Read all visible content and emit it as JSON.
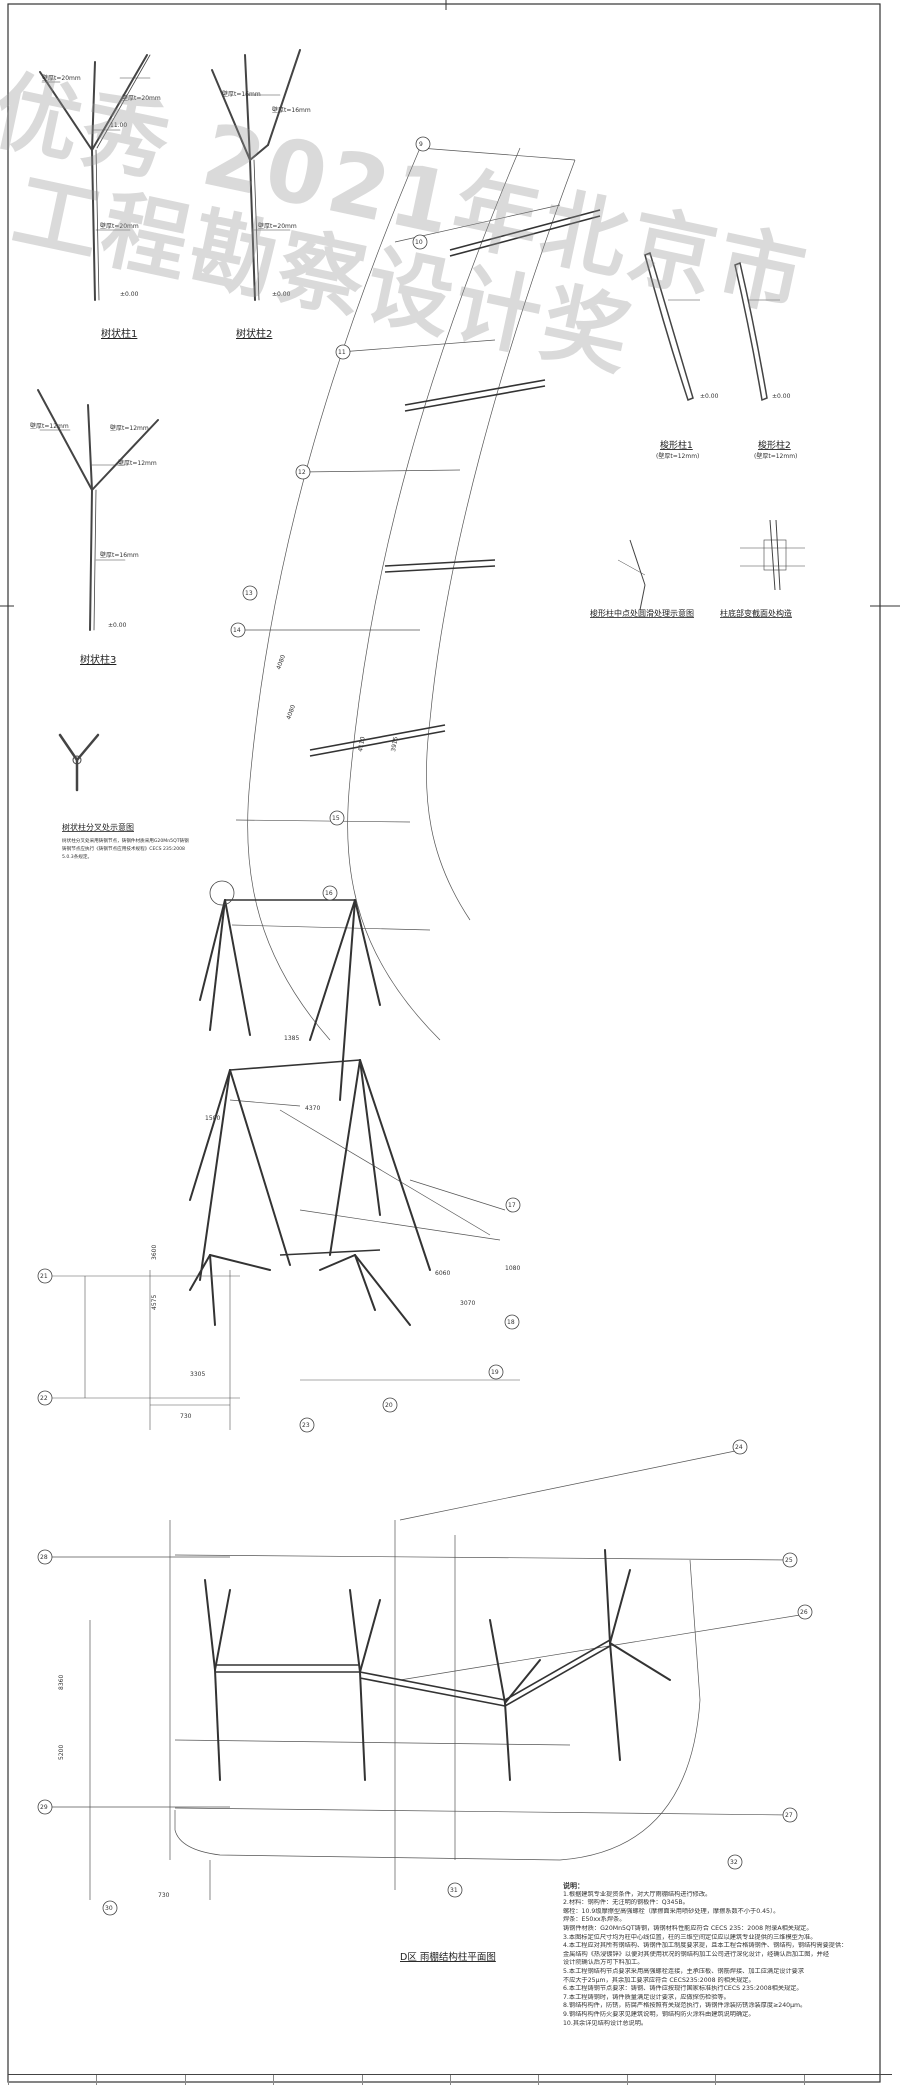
{
  "watermark": {
    "line1": "优秀 2021年北京市",
    "line2": "工程勘察设计奖"
  },
  "column_details": {
    "tree1": "树状柱1",
    "tree2": "树状柱2",
    "tree3": "树状柱3",
    "shuttle1": "梭形柱1",
    "shuttle2": "梭形柱2",
    "shuttle1_note": "(壁厚t=12mm)",
    "shuttle2_note": "(壁厚t=12mm)",
    "wall_20": "壁厚t=20mm",
    "wall_16": "壁厚t=16mm",
    "wall_12": "壁厚t=12mm",
    "elev_000": "±0.00",
    "elev_1100": "11.00"
  },
  "detail_titles": {
    "shuttle_mid": "梭形柱中点处圆滑处理示意图",
    "column_base": "柱底部变截面处构造",
    "branch": "树状柱分叉处示意图"
  },
  "branch_note": [
    "树状柱分叉处采用铸钢节点，铸钢件材质采用G20Mn5QT铸钢",
    "铸钢节点应执行《铸钢节点应用技术规程》CECS 235:2008",
    "5.0.3条规定。"
  ],
  "plan": {
    "title": "D区  雨棚结构柱平面图",
    "axes": [
      "9",
      "10",
      "11",
      "12",
      "13",
      "14",
      "15",
      "16",
      "17",
      "18",
      "19",
      "20",
      "21",
      "22",
      "23",
      "24",
      "25",
      "26",
      "27",
      "28",
      "29",
      "30",
      "31",
      "32"
    ],
    "dims": [
      "4080",
      "4080",
      "4110",
      "3915",
      "3600",
      "4575",
      "3305",
      "1500",
      "4370",
      "3070",
      "6060",
      "1080",
      "1385",
      "730",
      "8360",
      "5200"
    ]
  },
  "notes": {
    "title": "说明：",
    "lines": [
      "1.根据建筑专业提资条件，对大厅雨棚结构进行修改。",
      "2.材料：钢构件：无注明的钢板件：Q345B。",
      "   螺栓：10.9级摩擦型高强螺栓（摩擦面采用喷砂处理，摩擦系数不小于0.45）。",
      "   焊条：E50xx系焊条。",
      "   铸钢件材质：G20Mn5QT铸钢，铸钢材料性能应符合 CECS 235：2008 附录A相关规定。",
      "3.本图标定位尺寸均为柱中心线位置，柱的三维空间定位应以建筑专业提供的三维模型为准。",
      "4.本工程应对其所有钢结构、铸钢件加工制度要求提，且本工程合格铸钢件、钢结构，钢结构需要提供：",
      "   金属结构《热浸镀锌》以便对其使用状况的钢结构加工公司进行深化设计，经确认后加工图，并经",
      "   设计院确认后方可下料加工。",
      "5.本工程钢结构节点要求采用高强螺栓连接，主承压板、钢筋焊接、加工应满足设计要求",
      "   不应大于25μm，其余加工要求应符合 CECS235:2008 的相关规定。",
      "6.本工程铸钢节点要求：铸钢、铸件应按现行国家标准执行CECS 235:2008相关规定。",
      "7.本工程铸钢时，铸件质量满足设计要求，应做探伤检验等。",
      "8.钢结构构件，防锈，防腐严格按照有关规范执行，铸钢件涂装防锈涂装厚度≥240μm。",
      "9.钢结构构件防火要求见建筑说明，钢结构防火涂料由建筑说明确定。",
      "10.其余详见结构设计总说明。"
    ]
  }
}
